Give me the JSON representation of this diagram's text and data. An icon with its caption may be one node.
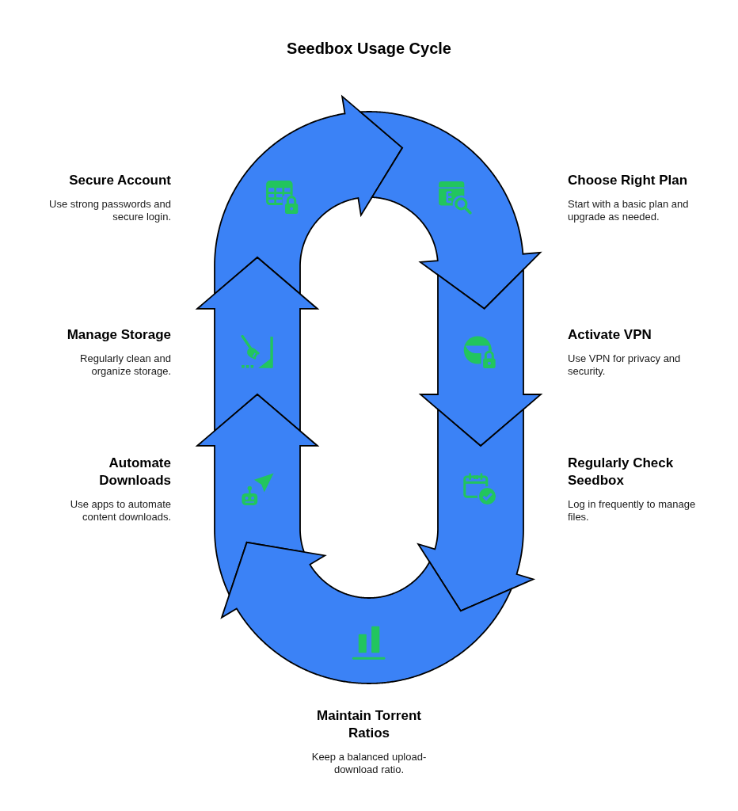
{
  "diagram": {
    "title": "Seedbox Usage Cycle",
    "nodes": [
      {
        "text": [],
        "shape": "arrow",
        "beside": [
          "Secure Account",
          "Use strong passwords and secure login."
        ]
      },
      {
        "text": [],
        "shape": "arrow",
        "beside": [
          "Choose Right Plan",
          "Start with a basic plan and upgrade as needed."
        ]
      },
      {
        "text": [],
        "shape": "arrow",
        "beside": [
          "Manage Storage",
          "Regularly clean and organize storage."
        ]
      },
      {
        "text": [],
        "shape": "arrow",
        "beside": [
          "Activate VPN",
          "Use VPN for privacy and security."
        ]
      },
      {
        "text": [],
        "shape": "arrow",
        "beside": [
          "Automate Downloads",
          "Use apps to automate content downloads."
        ]
      },
      {
        "text": [],
        "shape": "arrow",
        "beside": [
          "Regularly Check Seedbox",
          "Log in frequently to manage files."
        ]
      },
      {
        "text": [],
        "shape": "arrow",
        "beside": [
          "Maintain Torrent Ratios",
          "Keep a balanced upload-download ratio."
        ]
      }
    ]
  }
}
